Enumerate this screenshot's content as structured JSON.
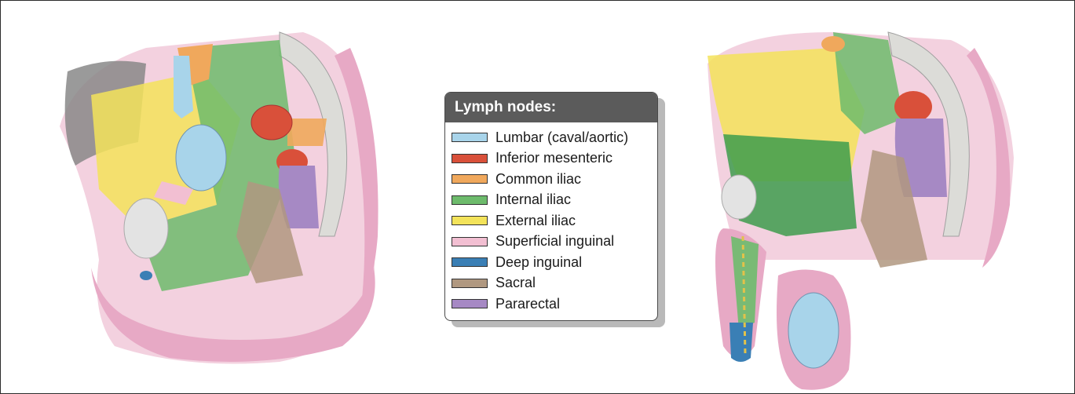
{
  "legend": {
    "title": "Lymph nodes:",
    "items": [
      {
        "label": "Lumbar (caval/aortic)",
        "color": "#a8d4ea"
      },
      {
        "label": "Inferior mesenteric",
        "color": "#d9503a"
      },
      {
        "label": "Common iliac",
        "color": "#f0a85c"
      },
      {
        "label": "Internal iliac",
        "color": "#6dbb6c"
      },
      {
        "label": "External iliac",
        "color": "#f3e35a"
      },
      {
        "label": "Superficial inguinal",
        "color": "#f2bfd2"
      },
      {
        "label": "Deep inguinal",
        "color": "#3a7fb5"
      },
      {
        "label": "Sacral",
        "color": "#b09880"
      },
      {
        "label": "Pararectal",
        "color": "#a689c4"
      }
    ]
  },
  "colors": {
    "skin": "#e7a9c5",
    "skin_dark": "#d88ab0",
    "bone": "#dcdcd8",
    "shadow": "#888888",
    "fetal_tissue": "#c8c8c8"
  }
}
